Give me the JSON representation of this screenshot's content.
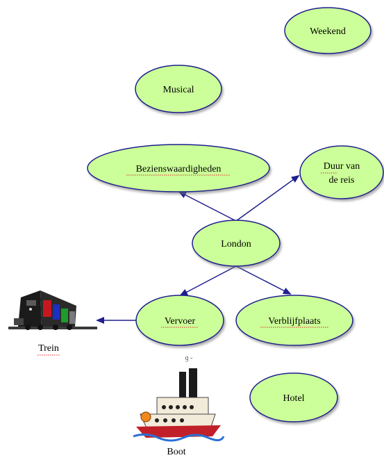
{
  "nodes": {
    "weekend": "Weekend",
    "musical": "Musical",
    "bezienswaardigheden": "Bezienswaardigheden",
    "duur_line1": "Duur van",
    "duur_line2": "de reis",
    "london": "London",
    "vervoer": "Vervoer",
    "verblijfplaats": "Verblijfplaats",
    "hotel": "Hotel"
  },
  "images": {
    "trein_label": "Trein",
    "boot_label": "Boot"
  },
  "colors": {
    "node_fill": "#ccff99",
    "node_stroke": "#1f1f8f",
    "arrow": "#1f1f8f",
    "spell_underline": "#e0242b"
  }
}
